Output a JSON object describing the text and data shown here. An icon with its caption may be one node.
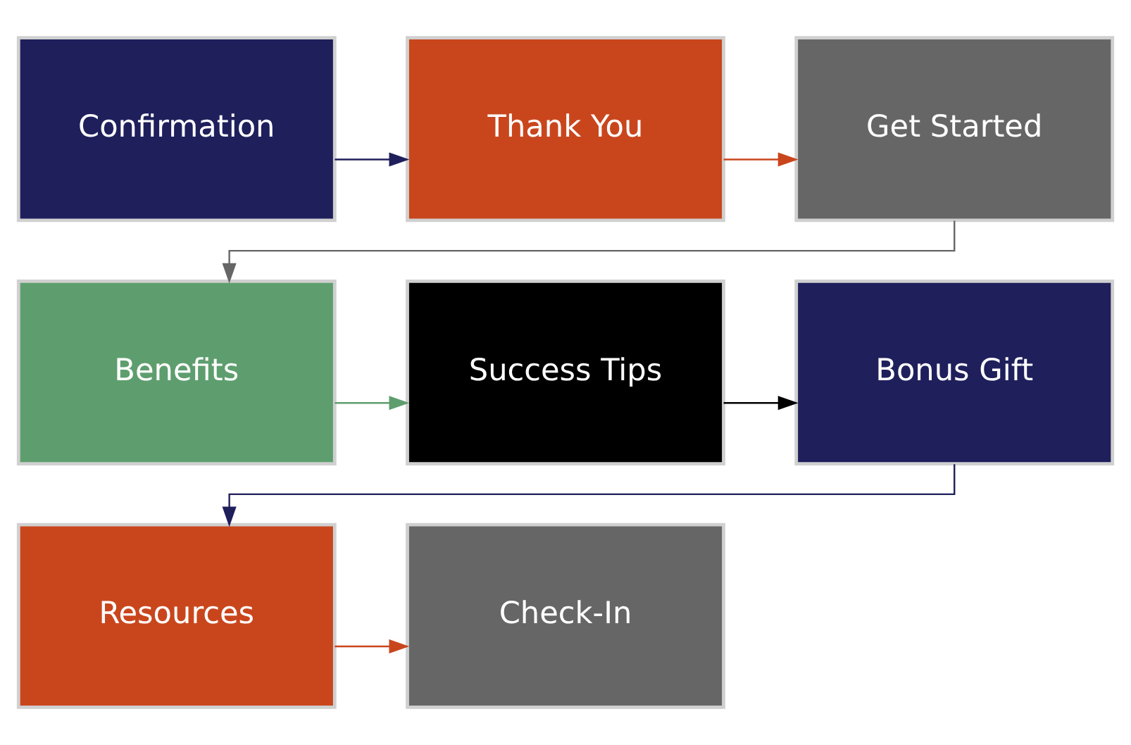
{
  "diagram": {
    "nodes": [
      {
        "text": [
          "Confirmation"
        ]
      },
      {
        "text": [
          "Thank You"
        ]
      },
      {
        "text": [
          "Get Started"
        ]
      },
      {
        "text": [
          "Benefits"
        ]
      },
      {
        "text": [
          "Success Tips"
        ]
      },
      {
        "text": [
          "Bonus Gift"
        ]
      },
      {
        "text": [
          "Resources"
        ]
      },
      {
        "text": [
          "Check-In"
        ]
      }
    ],
    "edges": [
      {
        "from": 0,
        "to": 1,
        "arrow": "to",
        "color": "#1f1f5c"
      },
      {
        "from": 1,
        "to": 2,
        "arrow": "to",
        "color": "#c9461d"
      },
      {
        "from": 2,
        "to": 3,
        "arrow": "to",
        "color": "#666666"
      },
      {
        "from": 3,
        "to": 4,
        "arrow": "to",
        "color": "#5e9e6e"
      },
      {
        "from": 4,
        "to": 5,
        "arrow": "to",
        "color": "#000000"
      },
      {
        "from": 5,
        "to": 6,
        "arrow": "to",
        "color": "#1f1f5c"
      },
      {
        "from": 6,
        "to": 7,
        "arrow": "to",
        "color": "#c9461d"
      }
    ]
  }
}
